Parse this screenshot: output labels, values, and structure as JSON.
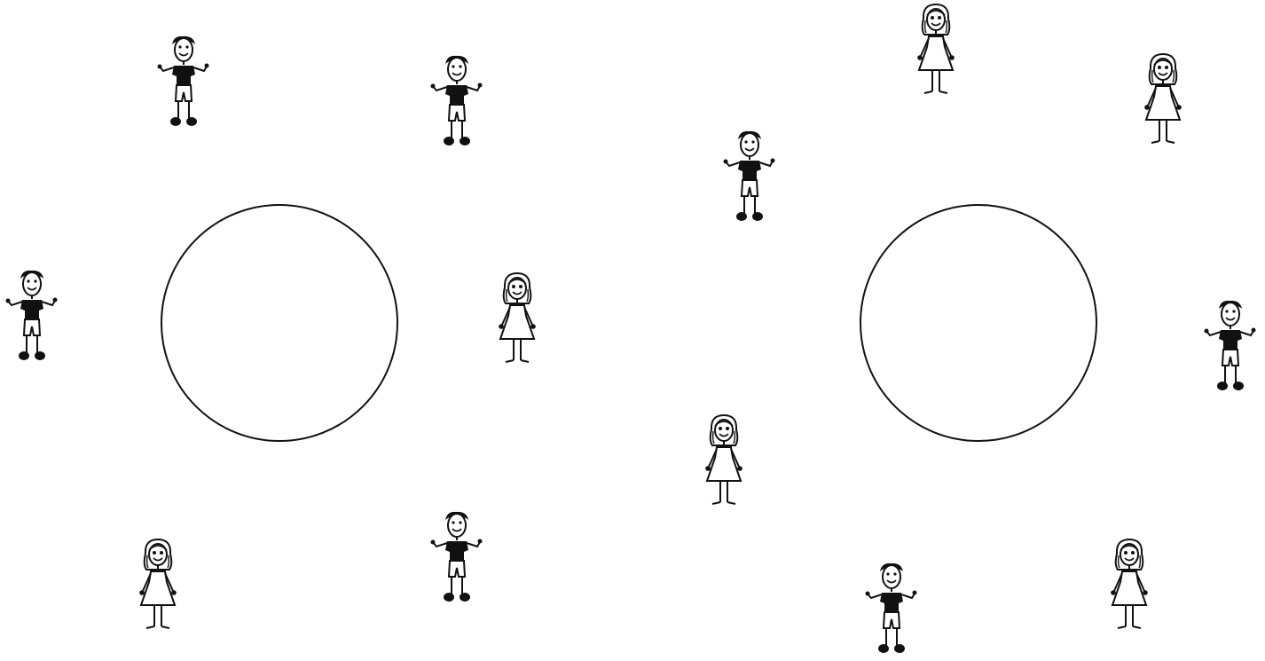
{
  "groups": [
    {
      "name": "left-table",
      "seated": []
    },
    {
      "name": "right-table",
      "seated": []
    }
  ],
  "people": [
    {
      "id": "p1",
      "type": "boy",
      "icon": "boy-stick-figure-icon"
    },
    {
      "id": "p2",
      "type": "boy",
      "icon": "boy-stick-figure-icon"
    },
    {
      "id": "p3",
      "type": "boy",
      "icon": "boy-stick-figure-icon"
    },
    {
      "id": "p4",
      "type": "girl",
      "icon": "girl-stick-figure-icon"
    },
    {
      "id": "p5",
      "type": "girl",
      "icon": "girl-stick-figure-icon"
    },
    {
      "id": "p6",
      "type": "boy",
      "icon": "boy-stick-figure-icon"
    },
    {
      "id": "p7",
      "type": "girl",
      "icon": "girl-stick-figure-icon"
    },
    {
      "id": "p8",
      "type": "girl",
      "icon": "girl-stick-figure-icon"
    },
    {
      "id": "p9",
      "type": "boy",
      "icon": "boy-stick-figure-icon"
    },
    {
      "id": "p10",
      "type": "boy",
      "icon": "boy-stick-figure-icon"
    },
    {
      "id": "p11",
      "type": "girl",
      "icon": "girl-stick-figure-icon"
    },
    {
      "id": "p12",
      "type": "boy",
      "icon": "boy-stick-figure-icon"
    },
    {
      "id": "p13",
      "type": "girl",
      "icon": "girl-stick-figure-icon"
    }
  ],
  "colors": {
    "line": "#111111",
    "fill": "#ffffff"
  }
}
